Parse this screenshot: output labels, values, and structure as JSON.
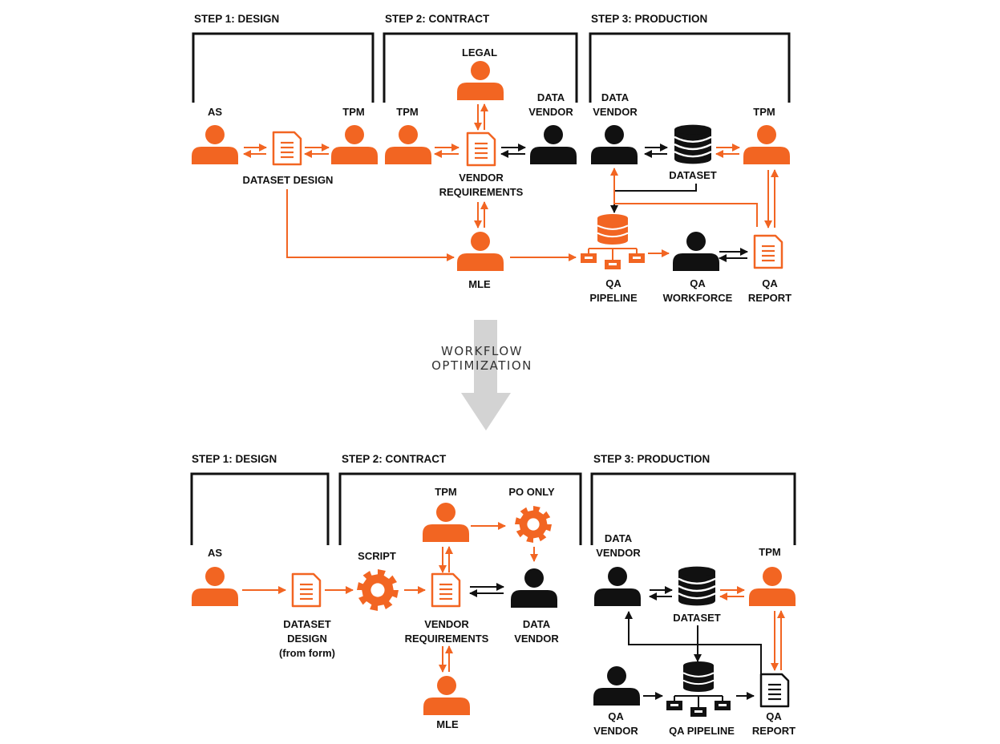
{
  "colors": {
    "accent": "#f26522",
    "dark": "#111111",
    "transition_arrow": "#d3d3d3"
  },
  "before": {
    "steps": [
      "STEP 1: DESIGN",
      "STEP 2: CONTRACT",
      "STEP 3: PRODUCTION"
    ],
    "labels": {
      "as": "AS",
      "tpm_design": "TPM",
      "dataset_design": "DATASET DESIGN",
      "tpm_contract": "TPM",
      "legal": "LEGAL",
      "data_vendor_contract": [
        "DATA",
        "VENDOR"
      ],
      "vendor_requirements": [
        "VENDOR",
        "REQUIREMENTS"
      ],
      "mle": "MLE",
      "data_vendor_production": [
        "DATA",
        "VENDOR"
      ],
      "dataset": "DATASET",
      "tpm_production": "TPM",
      "qa_pipeline": [
        "QA",
        "PIPELINE"
      ],
      "qa_workforce": [
        "QA",
        "WORKFORCE"
      ],
      "qa_report": [
        "QA",
        "REPORT"
      ]
    }
  },
  "transition": {
    "lines": [
      "WORKFLOW",
      "OPTIMIZATION"
    ]
  },
  "after": {
    "steps": [
      "STEP 1: DESIGN",
      "STEP 2: CONTRACT",
      "STEP 3: PRODUCTION"
    ],
    "labels": {
      "as": "AS",
      "dataset_design": [
        "DATASET",
        "DESIGN",
        "(from form)"
      ],
      "script": "SCRIPT",
      "tpm_contract": "TPM",
      "po_only": "PO ONLY",
      "vendor_requirements": [
        "VENDOR",
        "REQUIREMENTS"
      ],
      "data_vendor_contract": [
        "DATA",
        "VENDOR"
      ],
      "mle": "MLE",
      "data_vendor_production": [
        "DATA",
        "VENDOR"
      ],
      "dataset": "DATASET",
      "tpm_production": "TPM",
      "qa_vendor": [
        "QA",
        "VENDOR"
      ],
      "qa_pipeline": "QA PIPELINE",
      "qa_report": [
        "QA",
        "REPORT"
      ]
    }
  }
}
